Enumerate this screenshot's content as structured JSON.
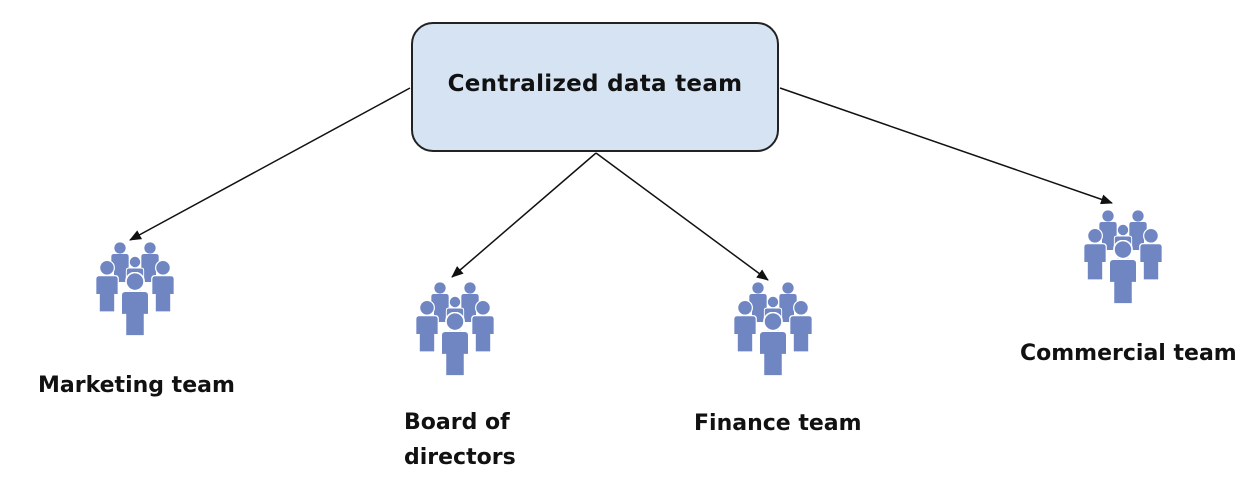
{
  "diagram": {
    "central": {
      "label": "Centralized data team"
    },
    "teams": [
      {
        "id": "marketing",
        "label": "Marketing team",
        "icon": "people-group-icon"
      },
      {
        "id": "board",
        "label_lines": [
          "Board of",
          "directors"
        ],
        "icon": "people-group-icon"
      },
      {
        "id": "finance",
        "label": "Finance team",
        "icon": "people-group-icon"
      },
      {
        "id": "commercial",
        "label": "Commercial team",
        "icon": "people-group-icon"
      }
    ],
    "colors": {
      "box_fill": "#d5e3f3",
      "box_border": "#222222",
      "icon_fill": "#6f86c3",
      "arrow": "#111111"
    }
  }
}
